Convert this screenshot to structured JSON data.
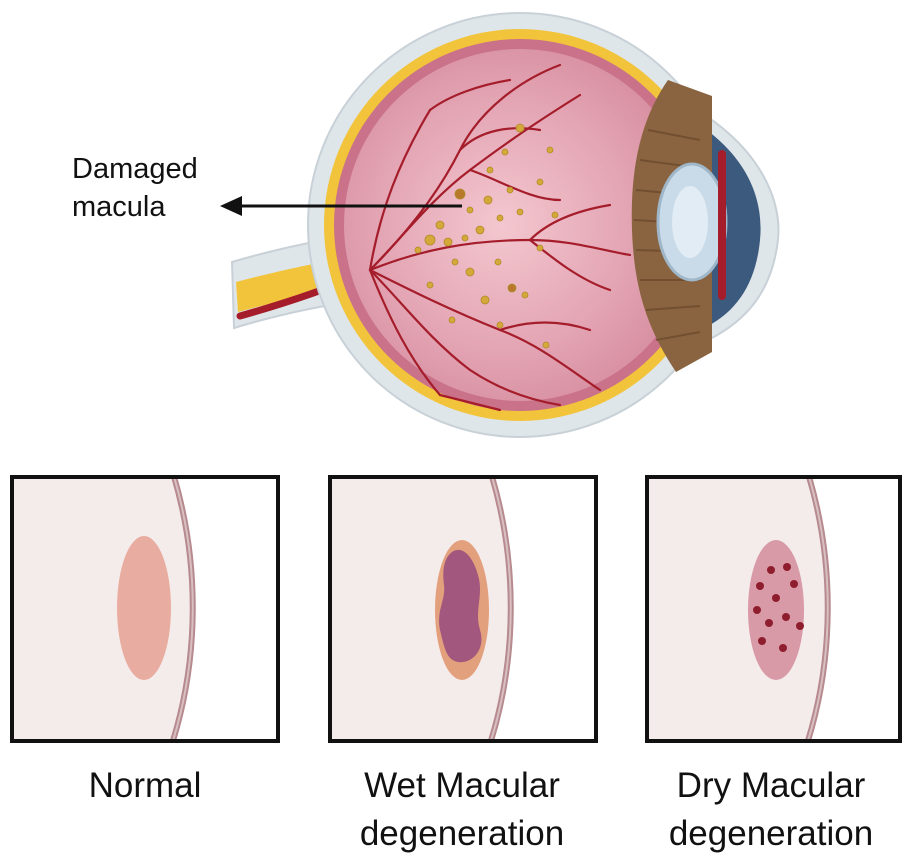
{
  "callout": {
    "line1": "Damaged",
    "line2": "macula"
  },
  "panels": [
    {
      "id": "normal",
      "caption_lines": [
        "Normal"
      ]
    },
    {
      "id": "wet",
      "caption_lines": [
        "Wet Macular",
        "degeneration"
      ]
    },
    {
      "id": "dry",
      "caption_lines": [
        "Dry Macular",
        "degeneration"
      ]
    }
  ],
  "colors": {
    "sclera": "#dfe6ea",
    "choroid": "#f2c43c",
    "retina": "#d98b9e",
    "vessel": "#a51d2b",
    "iris": "#8a6440",
    "lens": "#c9dbe8",
    "cornea": "#3c5a7e",
    "panel_fill": "#f4ebeb",
    "macula_normal": "#e8aca0",
    "macula_wet_outer": "#e3a07d",
    "macula_wet_inner": "#a2577e",
    "macula_dry": "#d99aa8",
    "drusen": "#8e1e2e"
  }
}
